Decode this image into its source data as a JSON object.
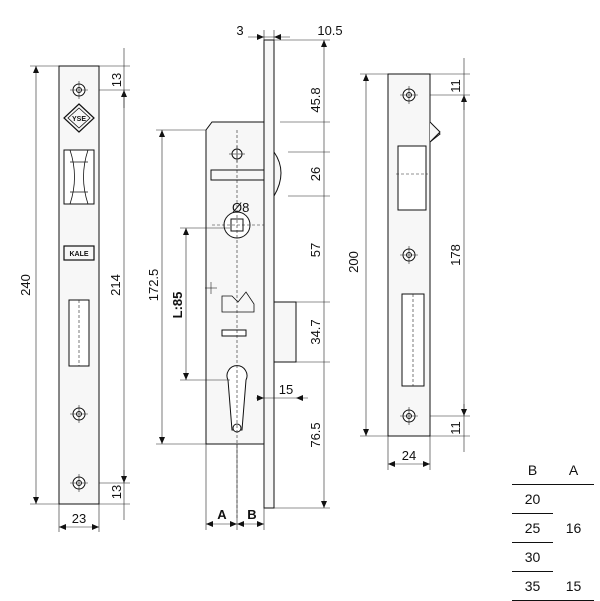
{
  "dimensions": {
    "front_plate_length": "240",
    "front_hole_spacing": "214",
    "front_top_offset": "13",
    "front_bottom_offset": "13",
    "front_width": "23",
    "side_gap": "3",
    "side_plate_thickness": "10.5",
    "side_top_to_latch": "45.8",
    "side_latch_height": "26",
    "side_latch_to_step": "57",
    "side_step_height": "34.7",
    "side_bolt_throw": "15",
    "side_bottom": "76.5",
    "side_case_height": "172.5",
    "side_centre_distance": "L:85",
    "side_spindle": "8",
    "side_backset_a": "A",
    "side_backset_b": "B",
    "strike_length": "200",
    "strike_hole_spacing": "178",
    "strike_top_offset": "11",
    "strike_bottom_offset": "11",
    "strike_width": "24"
  },
  "logos": {
    "yse": "YSE",
    "kale": "KALE"
  },
  "spec_table": {
    "headers": [
      "B",
      "A"
    ],
    "rows": [
      {
        "b": "20",
        "a": ""
      },
      {
        "b": "25",
        "a": "16"
      },
      {
        "b": "30",
        "a": ""
      },
      {
        "b": "35",
        "a": "15"
      }
    ]
  }
}
